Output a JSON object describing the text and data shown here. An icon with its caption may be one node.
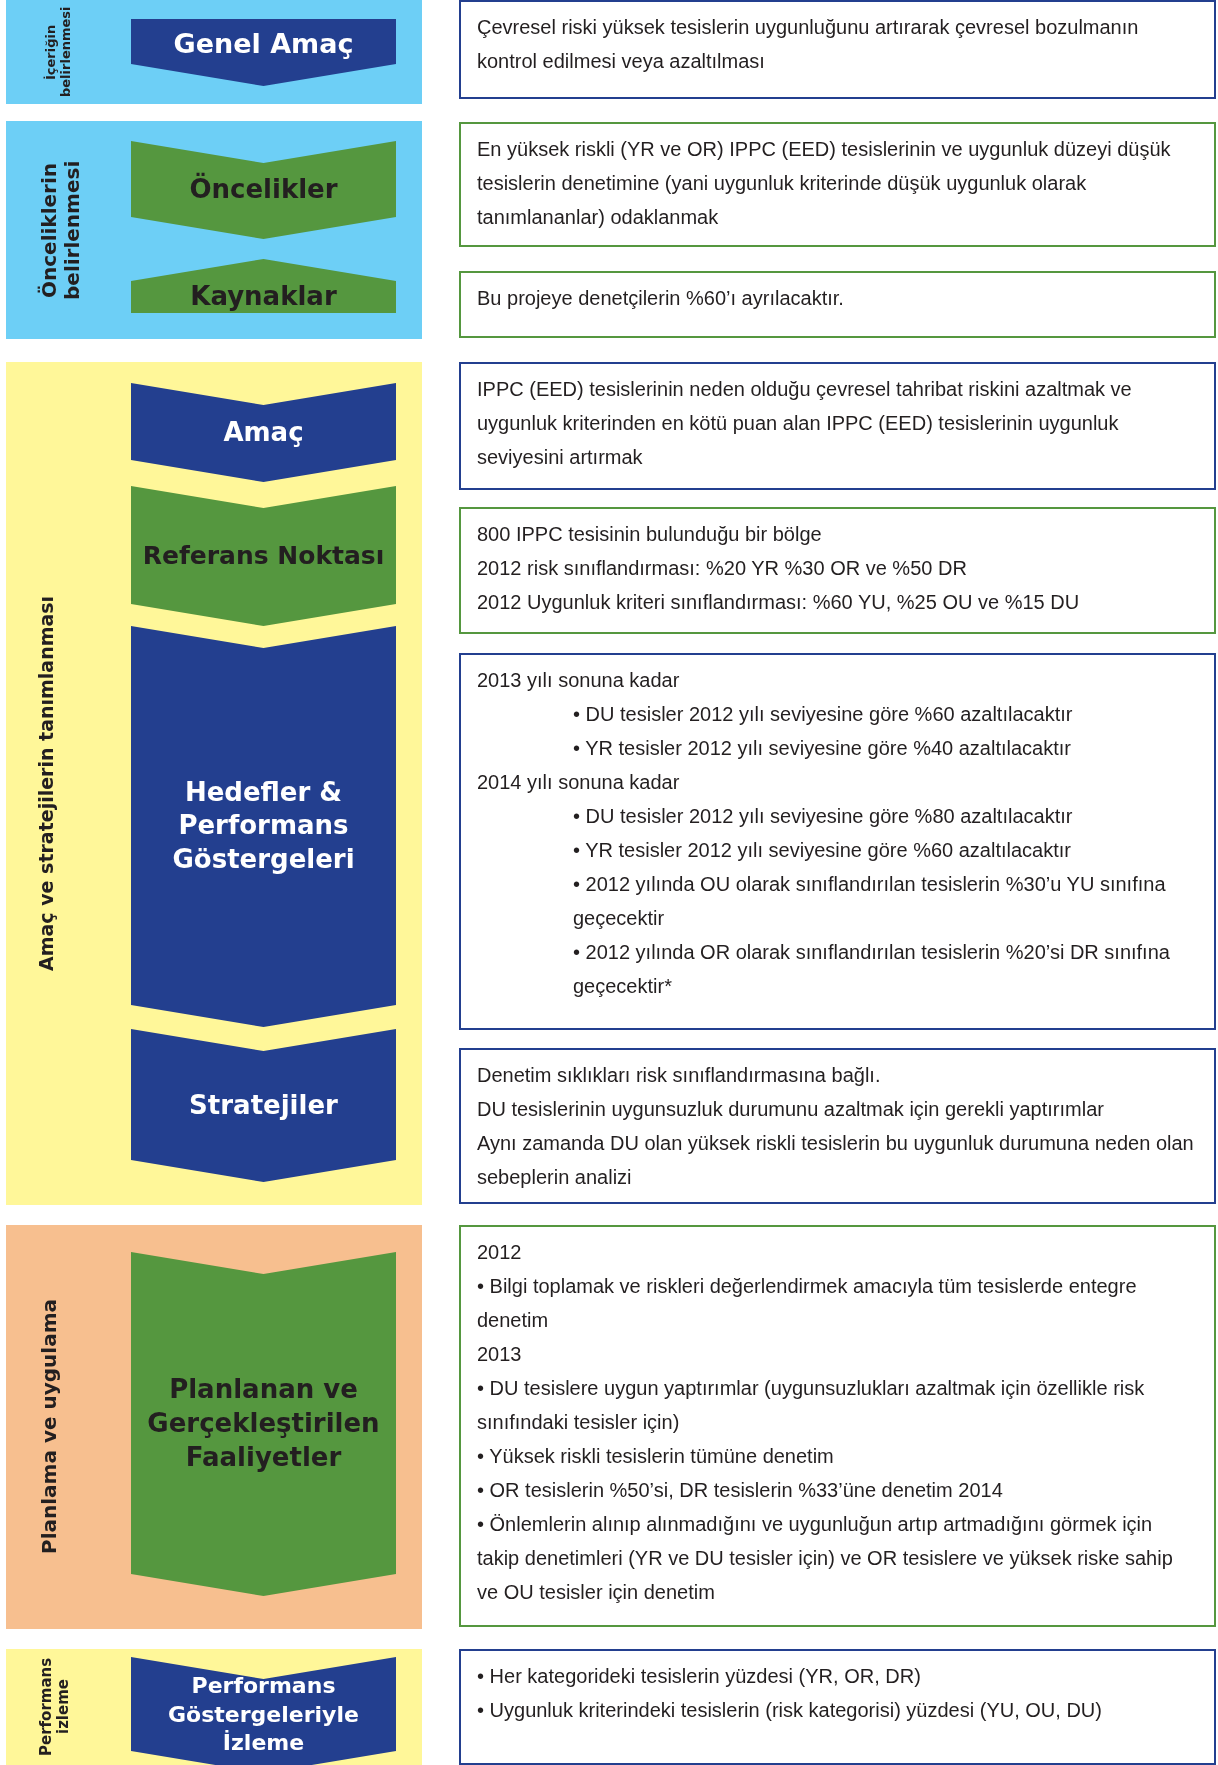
{
  "diagram": {
    "nodes": [
      {
        "text": [
          "İçeriğin belirlenmesi"
        ]
      },
      {
        "text": [
          "Genel Amaç"
        ],
        "in": 0
      },
      {
        "text": [
          "Çevresel riski yüksek tesislerin uygunluğunu artırarak çevresel bozulmanın kontrol edilmesi veya azaltılması"
        ]
      },
      {
        "text": [
          "Önceliklerin belirlenmesi"
        ]
      },
      {
        "text": [
          "Öncelikler"
        ],
        "in": 3
      },
      {
        "text": [
          "Kaynaklar"
        ],
        "in": 3
      },
      {
        "text": [
          "En yüksek riskli (YR ve OR) IPPC (EED) tesislerinin ve uygunluk düzeyi düşük tesislerin denetimine (yani uygunluk kriterinde düşük uygunluk olarak tanımlananlar) odaklanmak"
        ]
      },
      {
        "text": [
          "Bu projeye denetçilerin %60’ı ayrılacaktır."
        ]
      },
      {
        "text": [
          "Amaç ve stratejilerin tanımlanması"
        ]
      },
      {
        "text": [
          "Amaç"
        ],
        "in": 8
      },
      {
        "text": [
          "Referans Noktası"
        ],
        "in": 8
      },
      {
        "text": [
          "Hedefler & Performans Göstergeleri"
        ],
        "in": 8
      },
      {
        "text": [
          "Stratejiler"
        ],
        "in": 8
      },
      {
        "text": [
          "IPPC (EED) tesislerinin neden olduğu çevresel tahribat riskini azaltmak ve uygunluk kriterinden en kötü puan alan IPPC (EED) tesislerinin uygunluk seviyesini artırmak"
        ]
      },
      {
        "text": [
          "800 IPPC tesisinin bulunduğu bir bölge",
          "2012 risk sınıflandırması: %20 YR %30 OR ve %50 DR",
          "2012 Uygunluk kriteri sınıflandırması: %60 YU, %25 OU ve %15 DU"
        ]
      },
      {
        "text": [
          "2013 yılı sonuna kadar",
          "• DU tesisler 2012 yılı seviyesine göre %60 azaltılacaktır",
          "• YR tesisler 2012 yılı seviyesine göre %40 azaltılacaktır",
          "2014 yılı sonuna kadar",
          "• DU tesisler 2012 yılı seviyesine göre %80 azaltılacaktır",
          "• YR tesisler 2012 yılı seviyesine göre %60 azaltılacaktır",
          "• 2012 yılında OU olarak sınıflandırılan tesislerin %30’u YU sınıfına geçecektir",
          "• 2012 yılında OR olarak sınıflandırılan tesislerin %20’si DR sınıfına geçecektir*"
        ]
      },
      {
        "text": [
          "Denetim sıklıkları risk sınıflandırmasına bağlı.",
          "DU tesislerinin uygunsuzluk durumunu azaltmak için gerekli yaptırımlar",
          "Aynı zamanda DU olan yüksek riskli tesislerin bu uygunluk durumuna neden olan sebeplerin analizi"
        ]
      },
      {
        "text": [
          "Planlama ve uygulama"
        ]
      },
      {
        "text": [
          "Planlanan ve Gerçekleştirilen Faaliyetler"
        ],
        "in": 17
      },
      {
        "text": [
          "2012",
          "• Bilgi toplamak ve riskleri değerlendirmek amacıyla tüm tesislerde entegre denetim",
          "2013",
          "• DU tesislere uygun yaptırımlar (uygunsuzlukları azaltmak için özellikle risk sınıfındaki tesisler için)",
          "• Yüksek riskli tesislerin tümüne denetim",
          "• OR tesislerin %50’si, DR tesislerin %33’üne denetim 2014",
          "• Önlemlerin alınıp alınmadığını ve uygunluğun artıp artmadığını görmek için takip denetimleri (YR ve DU tesisler için) ve OR tesislere ve yüksek riske sahip ve OU tesisler için denetim"
        ]
      },
      {
        "text": [
          "Performans izleme"
        ]
      },
      {
        "text": [
          "Performans Göstergeleriyle İzleme"
        ],
        "in": 20
      },
      {
        "text": [
          "• Her kategorideki tesislerin yüzdesi (YR, OR, DR)",
          "• Uygunluk kriterindeki tesislerin (risk kategorisi) yüzdesi (YU, OU, DU)"
        ]
      }
    ]
  }
}
